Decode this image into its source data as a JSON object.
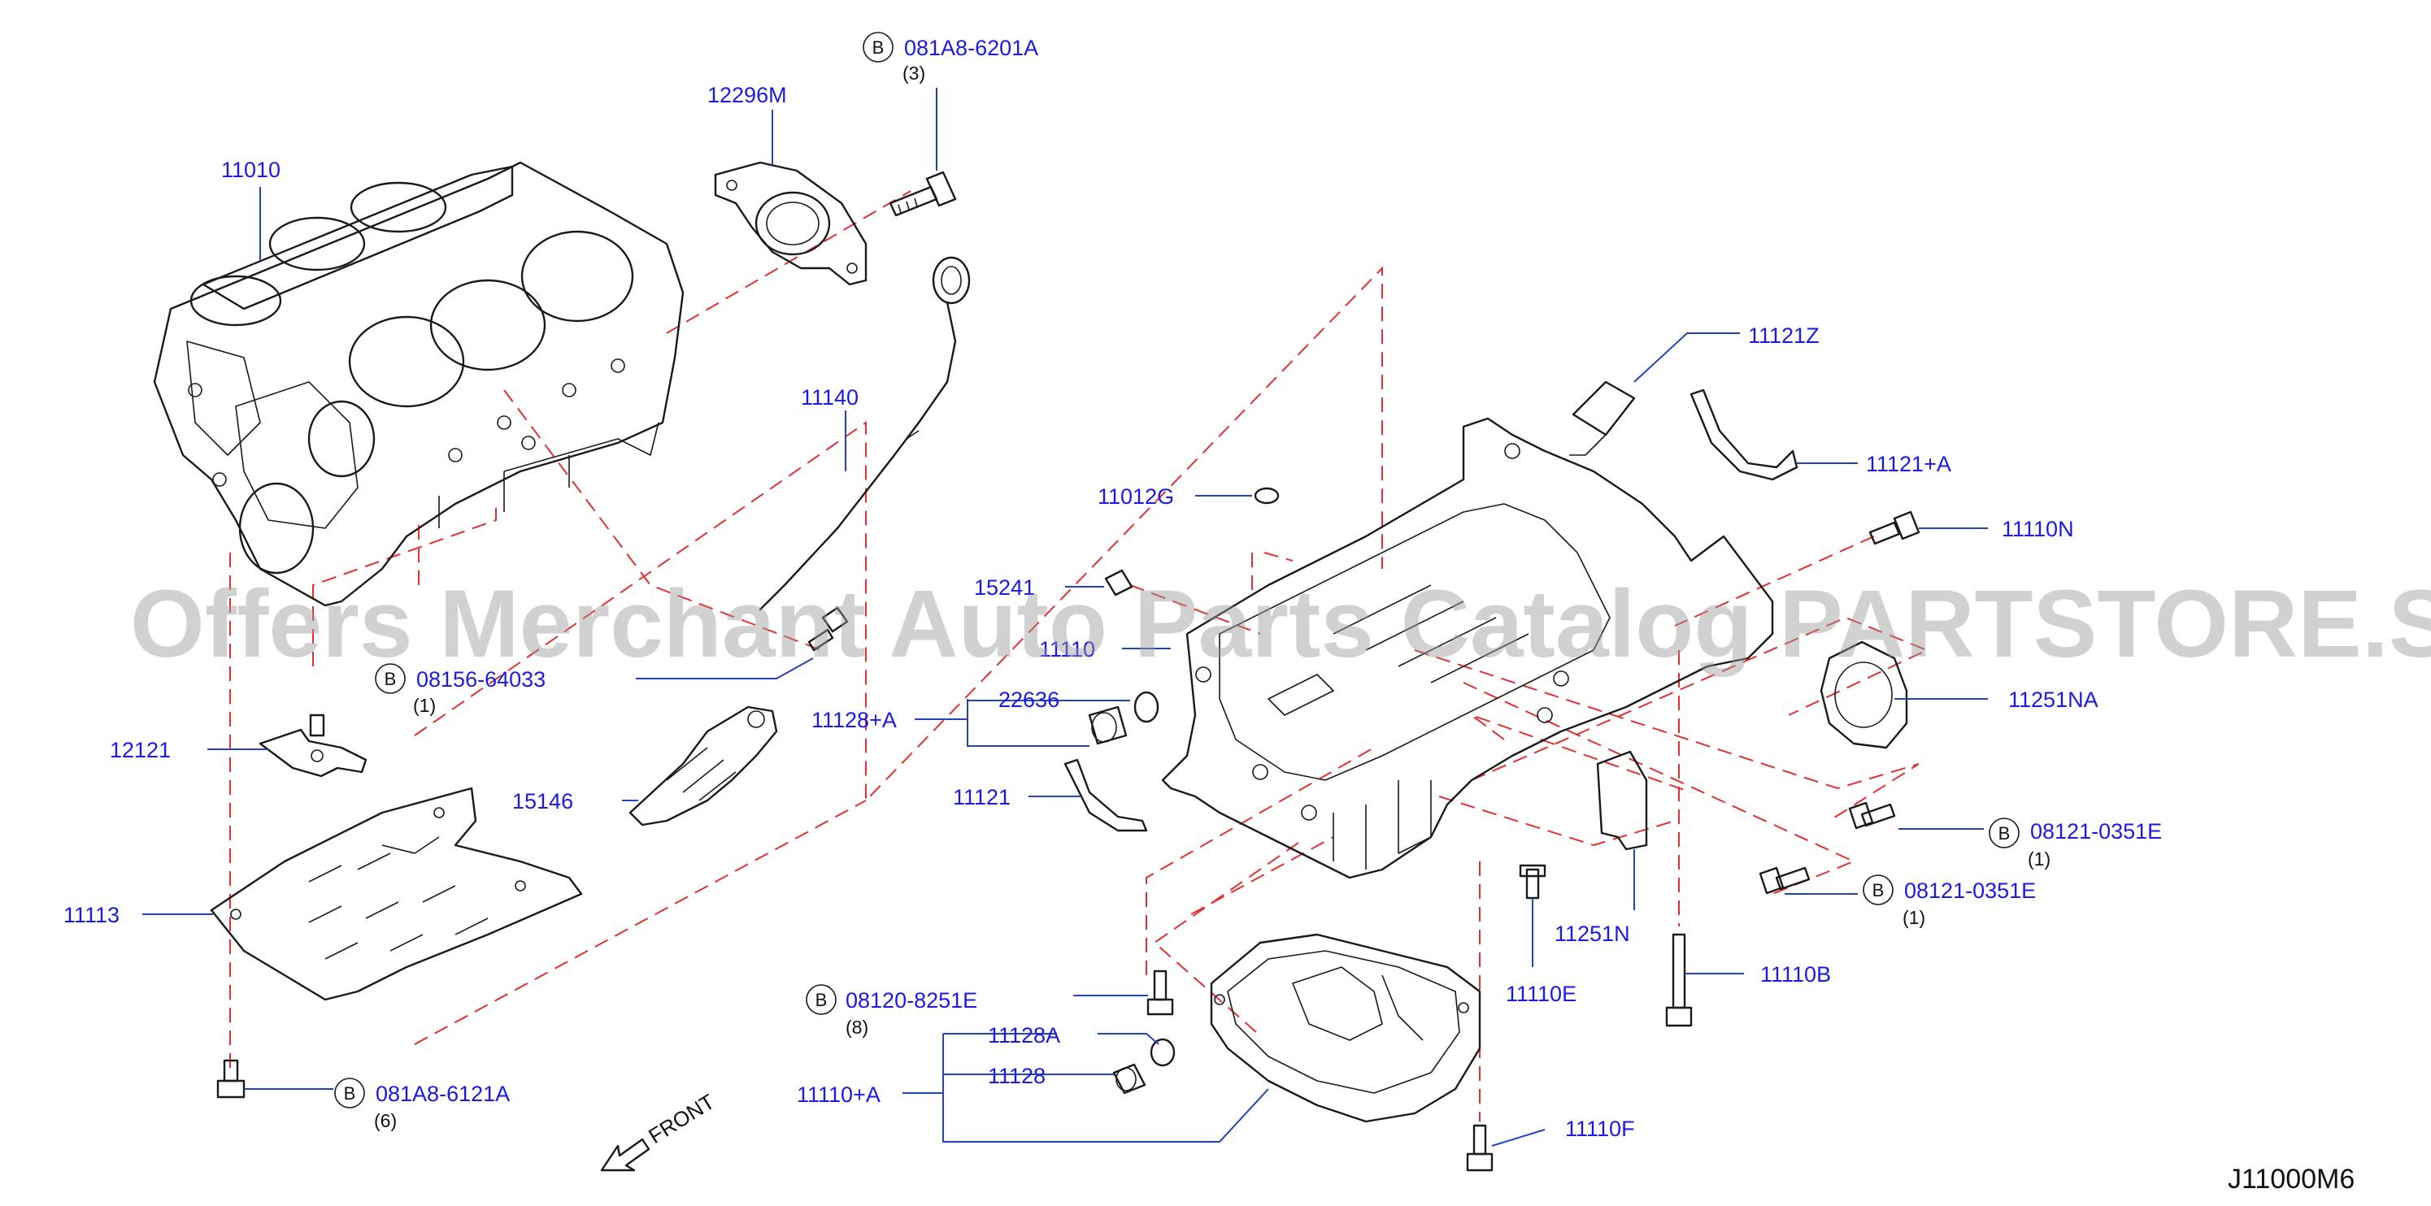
{
  "diagram": {
    "watermark": "Offers Merchant Auto Parts Catalog PARTSTORE.SA",
    "diagram_code": "J11000M6",
    "front_label": "FRONT",
    "parts": {
      "p11010": "11010",
      "p12296M": "12296M",
      "p081A8_6201A": "081A8-6201A",
      "q3": "(3)",
      "p11140": "11140",
      "p11121Z": "11121Z",
      "p11121A": "11121+A",
      "p11012G": "11012G",
      "p11110N": "11110N",
      "p15241": "15241",
      "p11110": "11110",
      "p08156": "08156-64033",
      "q1a": "(1)",
      "p12121": "12121",
      "p11128A_plus": "11128+A",
      "p22636": "22636",
      "p11251NA": "11251NA",
      "p15146": "15146",
      "p11121": "11121",
      "p08121_a": "08121-0351E",
      "q1b": "(1)",
      "p08121_b": "08121-0351E",
      "q1c": "(1)",
      "p11113": "11113",
      "p11251N": "11251N",
      "p11110B": "11110B",
      "p11110E": "11110E",
      "p08120": "08120-8251E",
      "q8": "(8)",
      "p11128A": "11128A",
      "p11128": "11128",
      "p11110A_plus": "11110+A",
      "p081A8_6121A": "081A8-6121A",
      "q6": "(6)",
      "p11110F": "11110F"
    },
    "bolt_marker": "B"
  }
}
